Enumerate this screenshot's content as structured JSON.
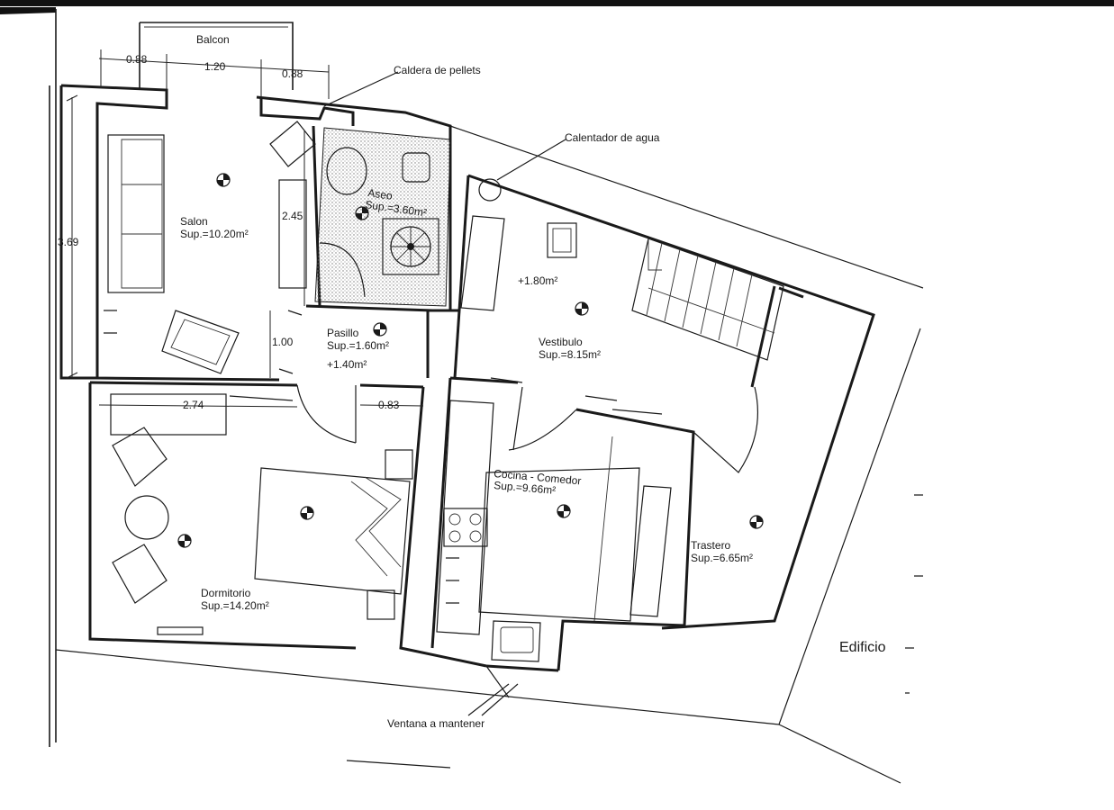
{
  "labels": {
    "balcon": "Balcon",
    "caldera": "Caldera de pellets",
    "calentador": "Calentador de agua",
    "ventana": "Ventana a mantener",
    "edificio": "Edificio"
  },
  "rooms": {
    "salon": {
      "name": "Salon",
      "area": "Sup.=10.20m²"
    },
    "aseo": {
      "name": "Aseo",
      "area": "Sup.=3.60m²"
    },
    "pasillo": {
      "name": "Pasillo",
      "area": "Sup.=1.60m²",
      "extra": "+1.40m²"
    },
    "vestibulo": {
      "name": "Vestibulo",
      "area": "Sup.=8.15m²",
      "extra": "+1.80m²"
    },
    "dormitorio": {
      "name": "Dormitorio",
      "area": "Sup.=14.20m²"
    },
    "cocina": {
      "name": "Cocina - Comedor",
      "area": "Sup.=9.66m²"
    },
    "trastero": {
      "name": "Trastero",
      "area": "Sup.=6.65m²"
    }
  },
  "dimensions": {
    "d088a": "0.88",
    "d120": "1.20",
    "d088b": "0.88",
    "d369": "3.69",
    "d245": "2.45",
    "d100": "1.00",
    "d274": "2.74",
    "d083": "0.83"
  },
  "colors": {
    "ink": "#1a1a1a",
    "paper": "#ffffff",
    "hatch": "#8a8a8a"
  }
}
